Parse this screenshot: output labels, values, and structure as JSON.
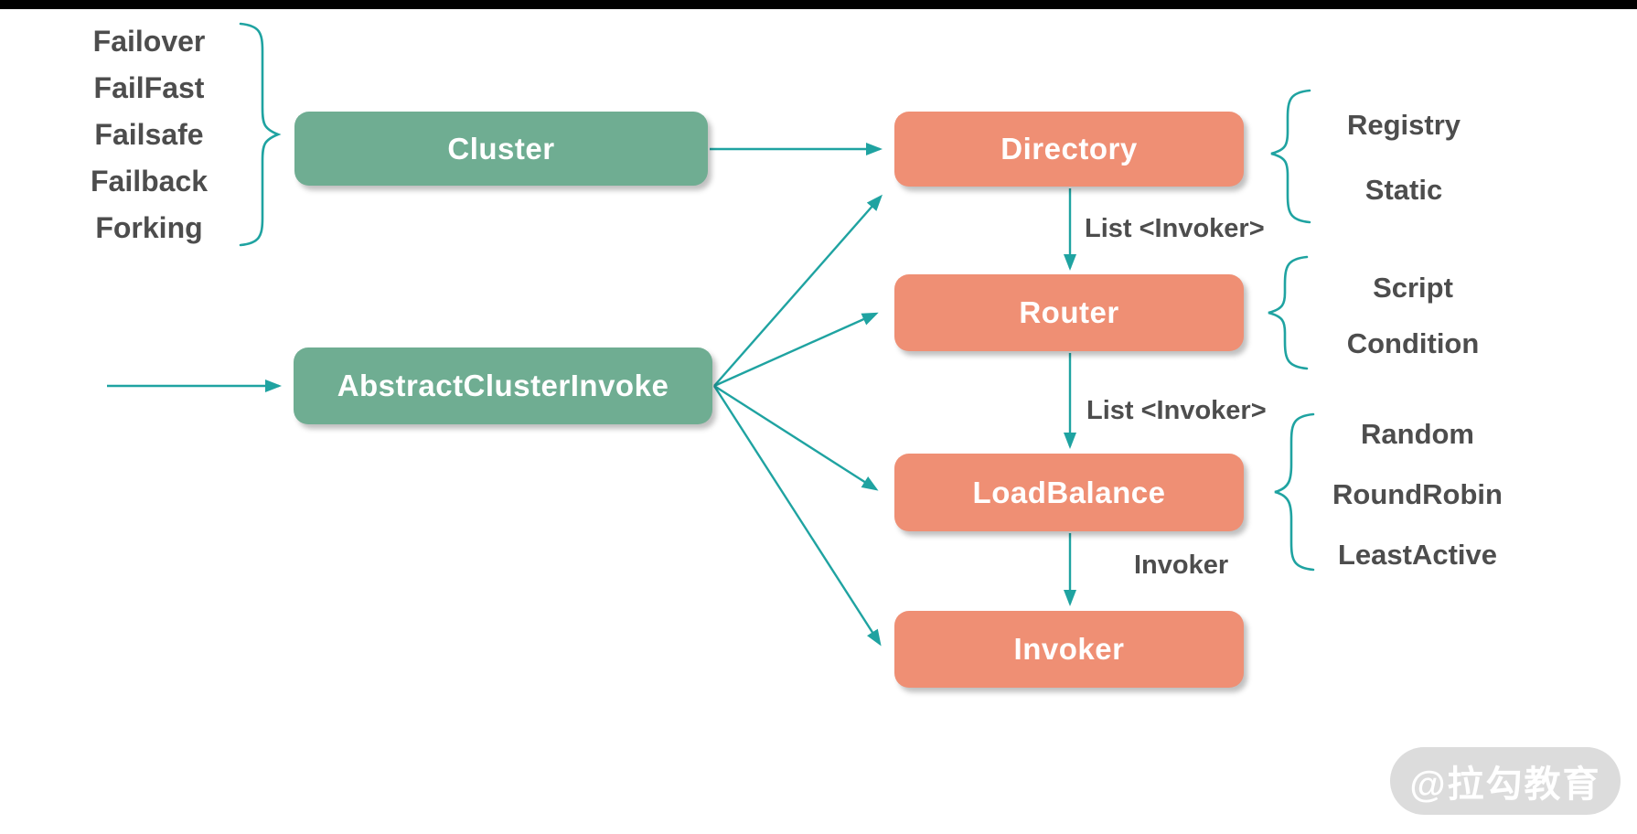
{
  "diagram": {
    "cluster_strategies": {
      "items": [
        "Failover",
        "FailFast",
        "Failsafe",
        "Failback",
        "Forking"
      ]
    },
    "boxes": {
      "cluster": "Cluster",
      "abstract_cluster_invoke": "AbstractClusterInvoke",
      "directory": "Directory",
      "router": "Router",
      "load_balance": "LoadBalance",
      "invoker": "Invoker"
    },
    "option_lists": {
      "directory": {
        "items": [
          "Registry",
          "Static"
        ]
      },
      "router": {
        "items": [
          "Script",
          "Condition"
        ]
      },
      "load_balance": {
        "items": [
          "Random",
          "RoundRobin",
          "LeastActive"
        ]
      }
    },
    "edge_labels": {
      "directory_to_router": "List <Invoker>",
      "router_to_load_balance": "List <Invoker>",
      "load_balance_to_invoker": "Invoker"
    }
  },
  "watermark": {
    "text": "@拉勾教育"
  },
  "colors": {
    "green": "#6FAD92",
    "salmon": "#EF8F74",
    "teal": "#1FA3A1",
    "text": "#4D4D4D",
    "watermark_bg": "#DCDCDC",
    "watermark_text": "#FFFFFF",
    "bar": "#000000"
  }
}
